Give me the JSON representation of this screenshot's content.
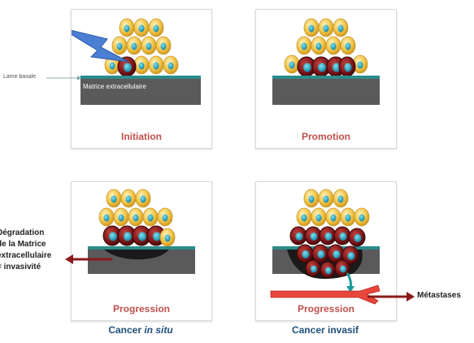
{
  "labels": {
    "lame_basale": "Lame basale",
    "matrice": "Matrice extracellulaire",
    "initiation": "Initiation",
    "promotion": "Promotion",
    "progression_1": "Progression",
    "progression_2": "Progression",
    "cancer_in_situ_prefix": "Cancer ",
    "cancer_in_situ_em": "in situ",
    "cancer_invasif": "Cancer invasif",
    "metastases": "Métastases",
    "degradation": [
      "Dégradation",
      "de la Matrice",
      "extracellulaire",
      "= invasivité"
    ]
  },
  "colors": {
    "normal_cell": "#f3c649",
    "normal_nucleus": "#1aa6c4",
    "tumor_cell": "#7b1418",
    "tumor_nucleus": "#2bb2d1",
    "matrix": "#5a5a5a",
    "basal_lamina": "#2b8c8c",
    "stage_label": "#c0504d",
    "caption": "#1f4e79",
    "arrow_red": "#8b1a1a",
    "bolt": "#4a7fd4",
    "vessel": "#e8453c"
  }
}
